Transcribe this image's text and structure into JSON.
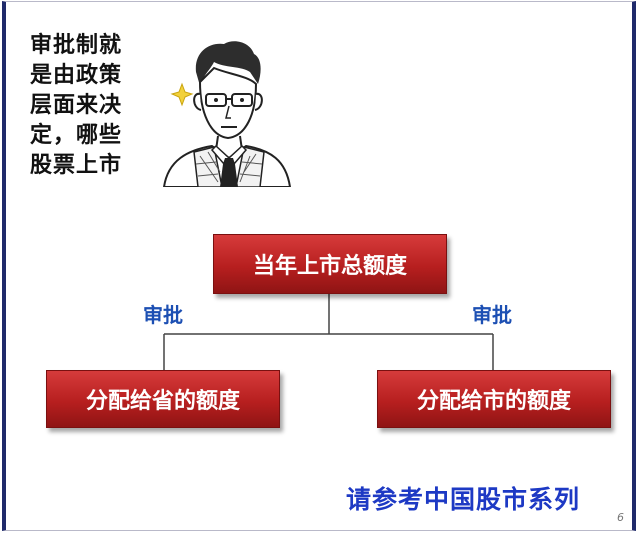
{
  "caption": "审批制就\n是由政策\n层面来决\n定，哪些\n股票上市",
  "diagram": {
    "top_box": "当年上市总额度",
    "left_label": "审批",
    "right_label": "审批",
    "left_box": "分配给省的额度",
    "right_box": "分配给市的额度"
  },
  "footer": {
    "series_text": "请参考中国股市系列",
    "page_number": "6"
  },
  "colors": {
    "box_red": "#b71f1f",
    "label_blue": "#1c4fb3",
    "series_blue": "#1d39c4"
  }
}
